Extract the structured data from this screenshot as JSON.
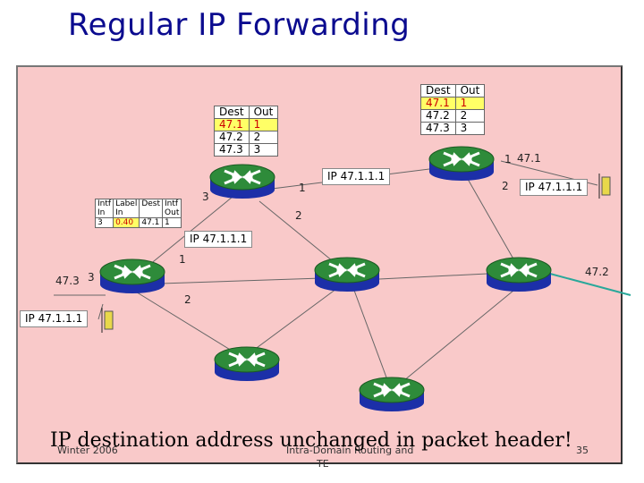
{
  "title": "Regular IP Forwarding",
  "packet_label": "IP 47.1.1.1",
  "routing_table_left": {
    "headers": [
      "Dest",
      "Out"
    ],
    "rows": [
      [
        "47.1",
        "1"
      ],
      [
        "47.2",
        "2"
      ],
      [
        "47.3",
        "3"
      ]
    ],
    "highlight_row": 0
  },
  "routing_table_right": {
    "headers": [
      "Dest",
      "Out"
    ],
    "rows": [
      [
        "47.1",
        "1"
      ],
      [
        "47.2",
        "2"
      ],
      [
        "47.3",
        "3"
      ]
    ],
    "highlight_row": 0
  },
  "label_table": {
    "headers": [
      [
        "Intf",
        "In"
      ],
      [
        "Label",
        "In"
      ],
      [
        "Dest"
      ],
      [
        "Intf",
        "Out"
      ]
    ],
    "row": [
      "3",
      "0.40",
      "47.1",
      "1"
    ]
  },
  "ports": {
    "r_top_left_3": "3",
    "r_top_left_1": "1",
    "r_top_left_2": "2",
    "r_top_right_1": "1",
    "r_top_right_prefix": "47.1",
    "r_top_right_2": "2",
    "r_left_1": "1",
    "r_left_3": "3",
    "r_left_2": "2",
    "left_prefix": "47.3",
    "right_prefix": "47.2"
  },
  "caption": "IP destination address unchanged in packet header!",
  "footer": {
    "left": "Winter 2006",
    "center_line1": "Intra-Domain Routing and",
    "center_line2": "TE",
    "page": "35"
  },
  "colors": {
    "background_panel": "#f9c9c9",
    "title": "#0b0b8f",
    "router_top": "#2e8b3a",
    "router_body": "#1c2fa8",
    "highlight": "#ffff66"
  },
  "icons": [
    "router-icon",
    "host-icon"
  ]
}
